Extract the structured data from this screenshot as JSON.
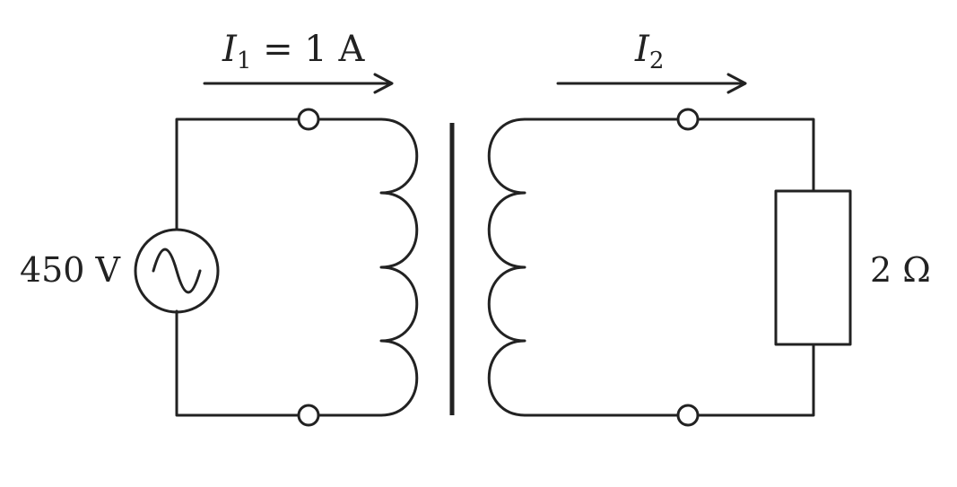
{
  "labels": {
    "i1_symbol": "I",
    "i1_subscript": "1",
    "i1_value": " = 1 A",
    "i2_symbol": "I",
    "i2_subscript": "2",
    "source_voltage": "450 V",
    "load_resistance": "2 Ω"
  },
  "icons": {
    "source": "ac-source-icon",
    "load": "resistor-icon"
  },
  "colors": {
    "line": "#222222",
    "background": "#ffffff"
  }
}
